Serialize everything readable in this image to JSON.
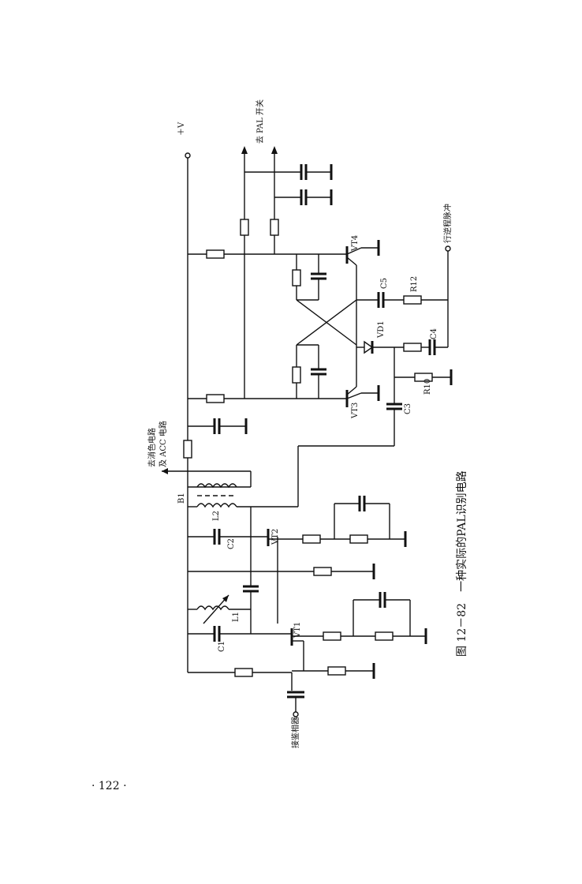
{
  "figure": {
    "caption": "图 12－82　一种实际的PAL识别电路",
    "supply_label": "＋V",
    "to_pal_switch": "去 PAL 开关",
    "to_acc_line1": "去消色电路",
    "to_acc_line2": "及 ACC 电路",
    "input_label": "接鉴相器",
    "flyback_label": "行逆程脉冲",
    "components": {
      "vt1": "VT1",
      "vt2": "VT2",
      "vt3": "VT3",
      "vt4": "VT4",
      "c1": "C1",
      "c2": "C2",
      "c3": "C3",
      "c4": "C4",
      "c5": "C5",
      "l1": "L1",
      "l2": "L2",
      "b1": "B1",
      "r10": "R10",
      "r12": "R12",
      "vd1": "VD1"
    }
  },
  "page_number": "· 122 ·"
}
